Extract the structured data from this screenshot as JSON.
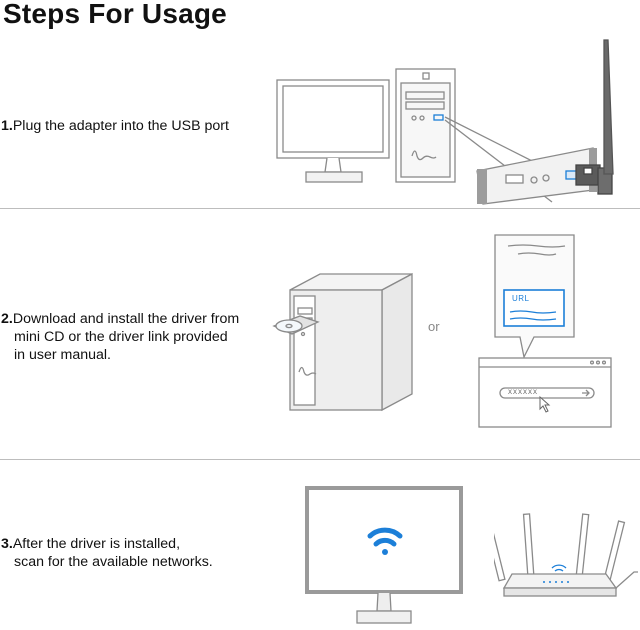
{
  "title": "Steps For Usage",
  "steps": [
    {
      "number": "1.",
      "lines": [
        "Plug the adapter into the USB port"
      ]
    },
    {
      "number": "2.",
      "lines": [
        "Download and install the driver from",
        "mini CD or the driver link provided",
        "in user manual."
      ]
    },
    {
      "number": "3.",
      "lines": [
        "After the driver is installed,",
        "scan for the available networks."
      ]
    }
  ],
  "or_text": "or",
  "manual": {
    "url_label": "URL"
  },
  "browser": {
    "address_text": "XXXXXX"
  },
  "colors": {
    "wifi_accent": "#1c7fd8",
    "line": "#8a8a8a",
    "fill": "#f0f0f0"
  }
}
